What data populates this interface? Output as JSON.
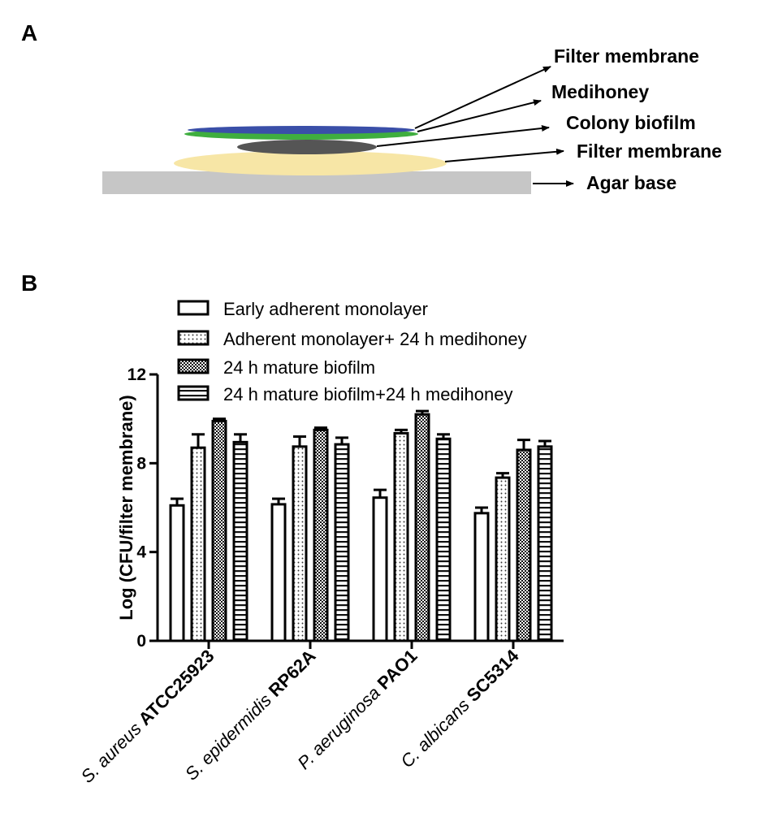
{
  "panel_a": {
    "letter": "A",
    "labels": {
      "filter_top": "Filter membrane",
      "medihoney": "Medihoney",
      "colony": "Colony biofilm",
      "filter_bottom": "Filter membrane",
      "agar": "Agar base"
    },
    "colors": {
      "filter_top": "#3a4fa8",
      "medihoney": "#3fae3f",
      "colony": "#555555",
      "filter_bottom": "#f7e6a6",
      "agar": "#c6c6c6"
    }
  },
  "panel_b": {
    "letter": "B"
  },
  "chart_data": {
    "type": "bar",
    "ylabel": "Log (CFU/filter membrane)",
    "xlabel": "",
    "ylim": [
      0,
      12
    ],
    "yticks": [
      0,
      4,
      8,
      12
    ],
    "legend_position": "top",
    "categories": [
      {
        "italic": "S. aureus",
        "bold": "ATCC25923"
      },
      {
        "italic": "S. epidermidis",
        "bold": "RP62A"
      },
      {
        "italic": "P. aeruginosa",
        "bold": "PAO1"
      },
      {
        "italic": "C. albicans",
        "bold": "SC5314"
      }
    ],
    "series": [
      {
        "name": "Early adherent monolayer",
        "pattern": "blank",
        "values": [
          6.1,
          6.15,
          6.45,
          5.75
        ],
        "errors": [
          0.3,
          0.25,
          0.35,
          0.25
        ]
      },
      {
        "name": "Adherent monolayer+ 24 h medihoney",
        "pattern": "dots",
        "values": [
          8.7,
          8.75,
          9.35,
          7.35
        ],
        "errors": [
          0.6,
          0.45,
          0.15,
          0.2
        ]
      },
      {
        "name": "24 h mature biofilm",
        "pattern": "checker",
        "values": [
          9.9,
          9.5,
          10.2,
          8.6
        ],
        "errors": [
          0.1,
          0.1,
          0.15,
          0.45
        ]
      },
      {
        "name": "24 h mature biofilm+24 h medihoney",
        "pattern": "hlines",
        "values": [
          8.95,
          8.85,
          9.1,
          8.75
        ],
        "errors": [
          0.35,
          0.3,
          0.2,
          0.25
        ]
      }
    ]
  }
}
